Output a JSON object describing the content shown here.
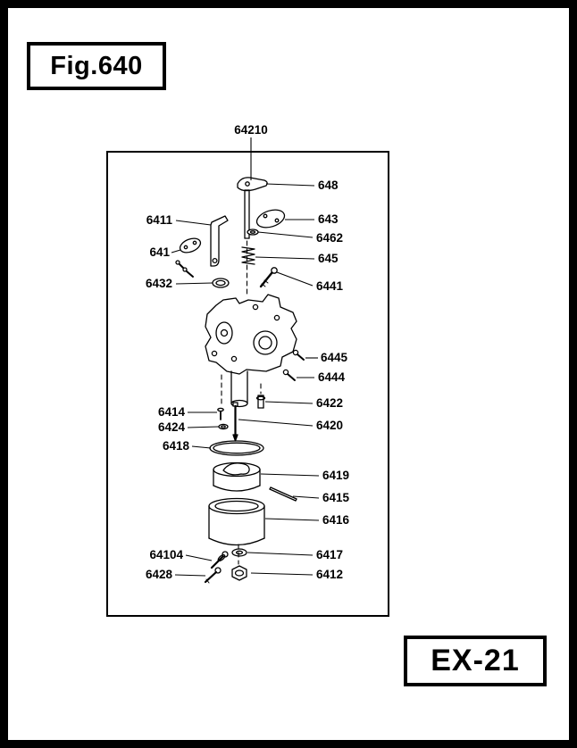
{
  "figure": {
    "title": "Fig.640",
    "page_code": "EX-21"
  },
  "callouts": {
    "64210": "64210",
    "648": "648",
    "643": "643",
    "6462": "6462",
    "645": "645",
    "6411": "6411",
    "641": "641",
    "6432": "6432",
    "6441": "6441",
    "6445": "6445",
    "6444": "6444",
    "6422": "6422",
    "6420": "6420",
    "6414": "6414",
    "6424": "6424",
    "6418": "6418",
    "6419": "6419",
    "6415": "6415",
    "6416": "6416",
    "6417": "6417",
    "64104": "64104",
    "6428": "6428",
    "6412": "6412"
  }
}
